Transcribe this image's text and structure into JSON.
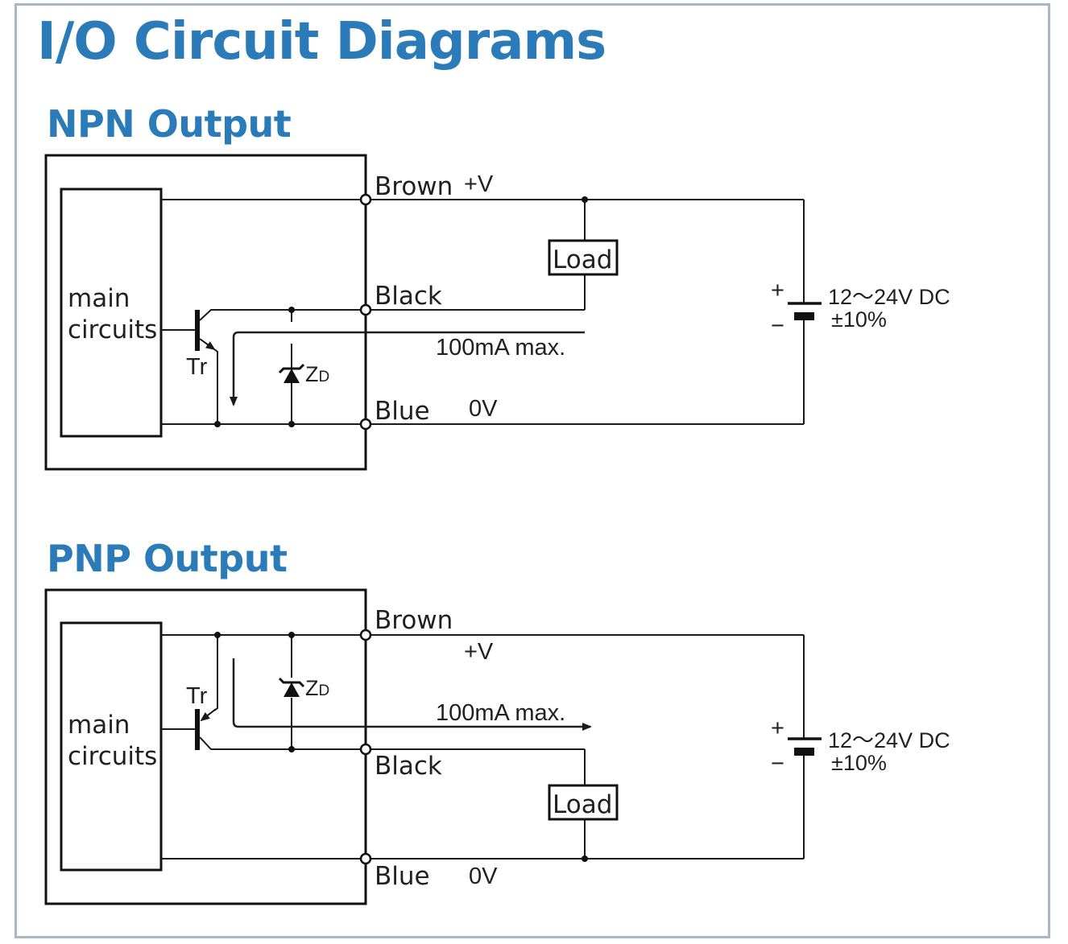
{
  "title": "I/O Circuit Diagrams",
  "colors": {
    "heading": "#2a7bb8",
    "frame": "#a7b7cb",
    "line": "#1a1a1a"
  },
  "npn": {
    "heading": "NPN Output",
    "main_circuits_line1": "main",
    "main_circuits_line2": "circuits",
    "transistor_label": "Tr",
    "zener_label_main": "Z",
    "zener_label_sub": "D",
    "wire_brown": "Brown",
    "wire_black": "Black",
    "wire_blue": "Blue",
    "plus_v": "+V",
    "zero_v": "0V",
    "load": "Load",
    "current": "100mA max.",
    "supply_plus": "+",
    "supply_minus": "−",
    "supply_voltage": "12～24V DC",
    "supply_tolerance": "±10%"
  },
  "pnp": {
    "heading": "PNP Output",
    "main_circuits_line1": "main",
    "main_circuits_line2": "circuits",
    "transistor_label": "Tr",
    "zener_label_main": "Z",
    "zener_label_sub": "D",
    "wire_brown": "Brown",
    "wire_black": "Black",
    "wire_blue": "Blue",
    "plus_v": "+V",
    "zero_v": "0V",
    "load": "Load",
    "current": "100mA max.",
    "supply_plus": "+",
    "supply_minus": "−",
    "supply_voltage": "12～24V DC",
    "supply_tolerance": "±10%"
  }
}
